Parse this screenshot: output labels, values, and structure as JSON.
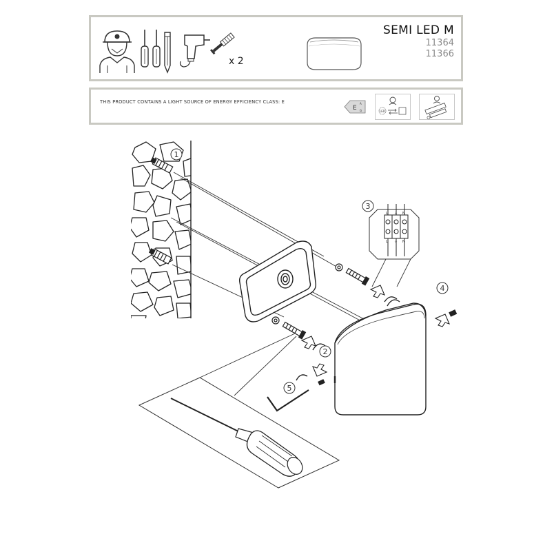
{
  "header": {
    "product_name": "SEMI LED M",
    "codes": [
      "11364",
      "11366"
    ],
    "quantity_label": "x 2"
  },
  "energy": {
    "text": "THIS PRODUCT CONTAINS A LIGHT SOURCE OF ENERGY EFFICIENCY CLASS: E",
    "class_letter": "E",
    "scale_top": "A",
    "scale_bottom": "G",
    "led_label": "LED"
  },
  "steps": [
    "1",
    "2",
    "3",
    "4",
    "5"
  ],
  "wiring": {
    "top_labels": [
      "L",
      "⏚",
      "N"
    ],
    "bottom_labels": [
      "L",
      "⏚",
      "N"
    ]
  },
  "icons": {
    "installer": "installer-icon",
    "screwdrivers": "screwdriver-icon",
    "pencil": "pencil-icon",
    "drill": "drill-icon",
    "screw_plug": "screw-plug-icon",
    "lamp": "lamp-icon",
    "energy_label": "energy-label-icon",
    "led_swap": "led-replaceable-icon",
    "gear_swap": "control-gear-replaceable-icon"
  }
}
